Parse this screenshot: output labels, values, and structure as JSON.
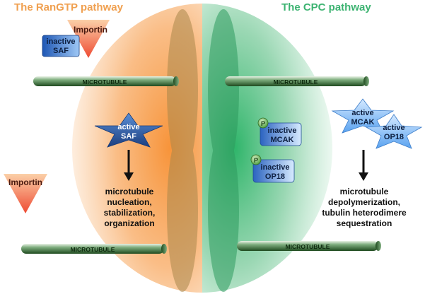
{
  "left_panel": {
    "title": "The RanGTP pathway",
    "importin_top": "Importin",
    "inactive_saf": [
      "inactive",
      "SAF"
    ],
    "active_saf": [
      "active",
      "SAF"
    ],
    "outcome": [
      "microtubule",
      "nucleation,",
      "stabilization,",
      "organization"
    ],
    "importin_bottom": "Importin"
  },
  "right_panel": {
    "title": "The CPC pathway",
    "phospho_marker": "P",
    "inactive_mcak": [
      "inactive",
      "MCAK"
    ],
    "inactive_op18": [
      "inactive",
      "OP18"
    ],
    "active_mcak": [
      "active",
      "MCAK"
    ],
    "active_op18": [
      "active",
      "OP18"
    ],
    "outcome": [
      "microtubule",
      "depolymerization,",
      "tubulin heterodimere",
      "sequestration"
    ]
  },
  "microtubules": {
    "top_left": "MICROTUBULE",
    "top_right": "MICROTUBULE",
    "bottom_left": "MICROTUBULE",
    "bottom_right": "MICROTUBULE"
  },
  "colors": {
    "ran_title": "#f0a050",
    "cpc_title": "#3cb371",
    "orange_glow": "#f7943a",
    "green_glow": "#2fb56a",
    "microtubule_dark": "#1f4a1f",
    "microtubule_light": "#7fae7f",
    "star_blue": "#2b5fa8",
    "box_blue": "#3a7bd5",
    "importin_red": "#ee5a3a"
  }
}
